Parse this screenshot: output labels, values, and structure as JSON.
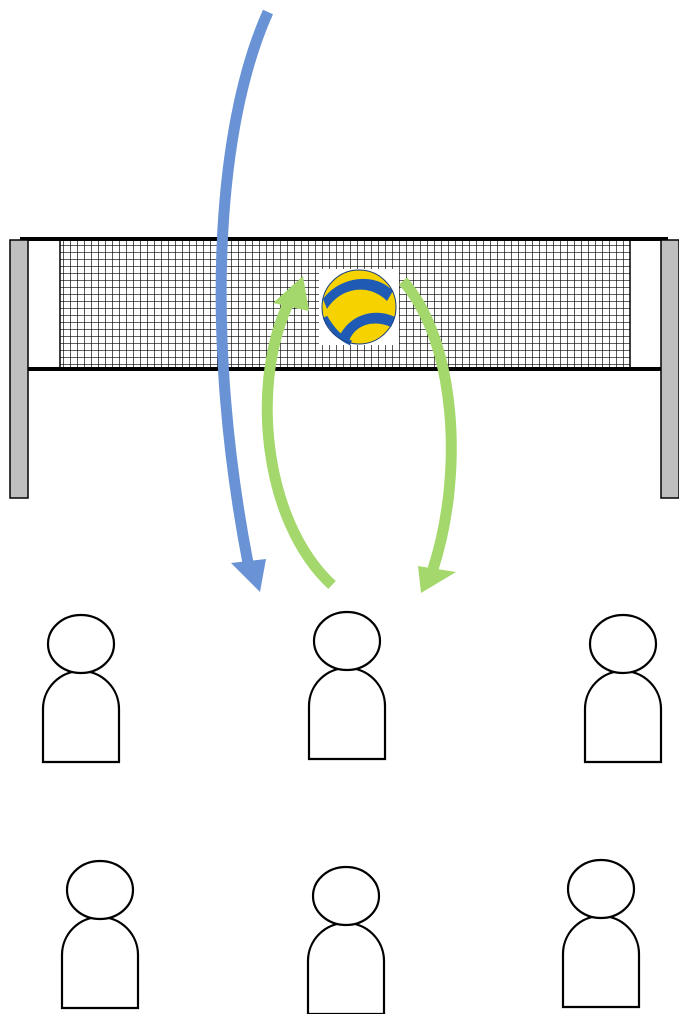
{
  "diagram": {
    "court": {
      "net": {
        "mesh_color": "#000000",
        "band_color": "#000000"
      },
      "posts": {
        "fill": "#bfbfbf",
        "stroke": "#000000"
      }
    },
    "ball": {
      "icon": "volleyball-icon",
      "colors": {
        "yellow": "#f5d200",
        "blue": "#1f5bb4"
      }
    },
    "trajectories": [
      {
        "name": "incoming-ball",
        "color": "#6a93d6"
      },
      {
        "name": "pass-up",
        "color": "#a4d86c"
      },
      {
        "name": "ball-down",
        "color": "#a4d86c"
      }
    ],
    "players": {
      "icon": "person-icon",
      "count": 6,
      "stroke": "#000000",
      "fill": "#ffffff"
    }
  }
}
